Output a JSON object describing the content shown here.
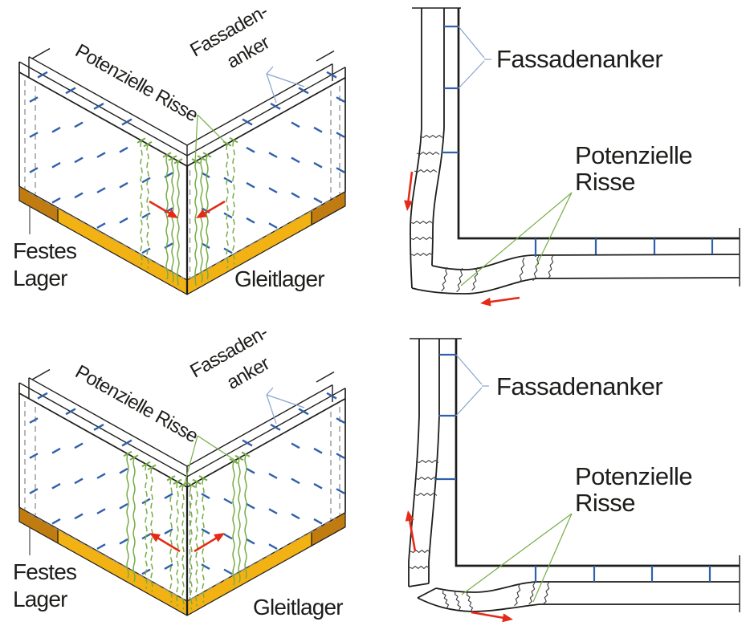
{
  "colors": {
    "line_black": "#1d1d1b",
    "hidden_gray": "#8f8f8f",
    "anchor_blue": "#3060ab",
    "leader_blue": "#89a3cf",
    "crack_green": "#76ad45",
    "crack_mark": "#3a3a3a",
    "arrow_red": "#e52a17",
    "bearing_yellow": "#f2b213",
    "bearing_brown": "#c07c10",
    "text": "#1d1d1b"
  },
  "panels": {
    "top_left": {
      "type": "isometric-corner-expansion",
      "labels": {
        "potential_cracks": "Potenzielle Risse",
        "facade_anchor_line1": "Fassaden-",
        "facade_anchor_line2": "anker",
        "fixed_bearing_line1": "Festes",
        "fixed_bearing_line2": "Lager",
        "sliding_bearing": "Gleitlager"
      }
    },
    "top_right": {
      "type": "plan-corner-expansion",
      "labels": {
        "facade_anchor": "Fassadenanker",
        "potential_cracks_line1": "Potenzielle",
        "potential_cracks_line2": "Risse"
      }
    },
    "bottom_left": {
      "type": "isometric-corner-contraction",
      "labels": {
        "potential_cracks": "Potenzielle Risse",
        "facade_anchor_line1": "Fassaden-",
        "facade_anchor_line2": "anker",
        "fixed_bearing_line1": "Festes",
        "fixed_bearing_line2": "Lager",
        "sliding_bearing": "Gleitlager"
      }
    },
    "bottom_right": {
      "type": "plan-corner-contraction",
      "labels": {
        "facade_anchor": "Fassadenanker",
        "potential_cracks_line1": "Potenzielle",
        "potential_cracks_line2": "Risse"
      }
    }
  }
}
